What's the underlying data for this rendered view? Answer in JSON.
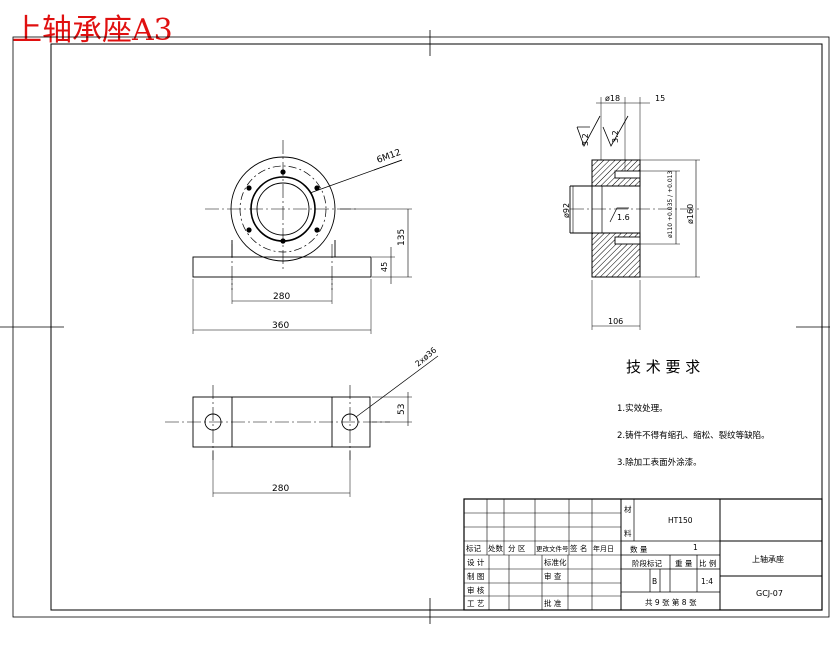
{
  "title": "上轴承座A3",
  "front_view": {
    "bolt_callout": "6M12",
    "dim_center_height": "135",
    "dim_base_thickness": "45",
    "dim_hole_spacing": "280",
    "dim_overall_length": "360"
  },
  "top_view": {
    "hole_callout": "2xø36",
    "dim_width": "53",
    "dim_hole_spacing": "280"
  },
  "section_view": {
    "dim_recess_dia": "ø18",
    "dim_recess_depth": "15",
    "roughness_1": "3.2",
    "roughness_2": "3.2",
    "roughness_3": "1.6",
    "dim_bore": "ø92",
    "dim_bore_tol": "ø110 +0.035 / +0.013",
    "dim_outer": "ø160",
    "dim_length": "106"
  },
  "tech_requirements": {
    "heading": "技 术 要 求",
    "items": [
      "1.实效处理。",
      "2.铸件不得有缩孔、缩松、裂纹等缺陷。",
      "3.除加工表面外涂漆。"
    ]
  },
  "title_block": {
    "material": "HT150",
    "material_label_1": "材",
    "material_label_2": "料",
    "part_name": "上轴承座",
    "drawing_no": "GCJ-07",
    "hdr_mark": "标记",
    "hdr_count": "处数",
    "hdr_zone": "分 区",
    "hdr_doc": "更改文件号",
    "hdr_sign": "签 名",
    "hdr_date": "年月日",
    "qty_label": "数 量",
    "qty_value": "1",
    "designer": "设 计",
    "std": "标准化",
    "drafter": "制 图",
    "reviewer": "审 查",
    "checker": "审 核",
    "process": "工 艺",
    "approve": "批 准",
    "stage_label": "阶段标记",
    "weight_label": "重 量",
    "scale_label": "比 例",
    "stage_value": "B",
    "scale_value": "1:4",
    "sheets": "共 9 张 第 8 张"
  }
}
